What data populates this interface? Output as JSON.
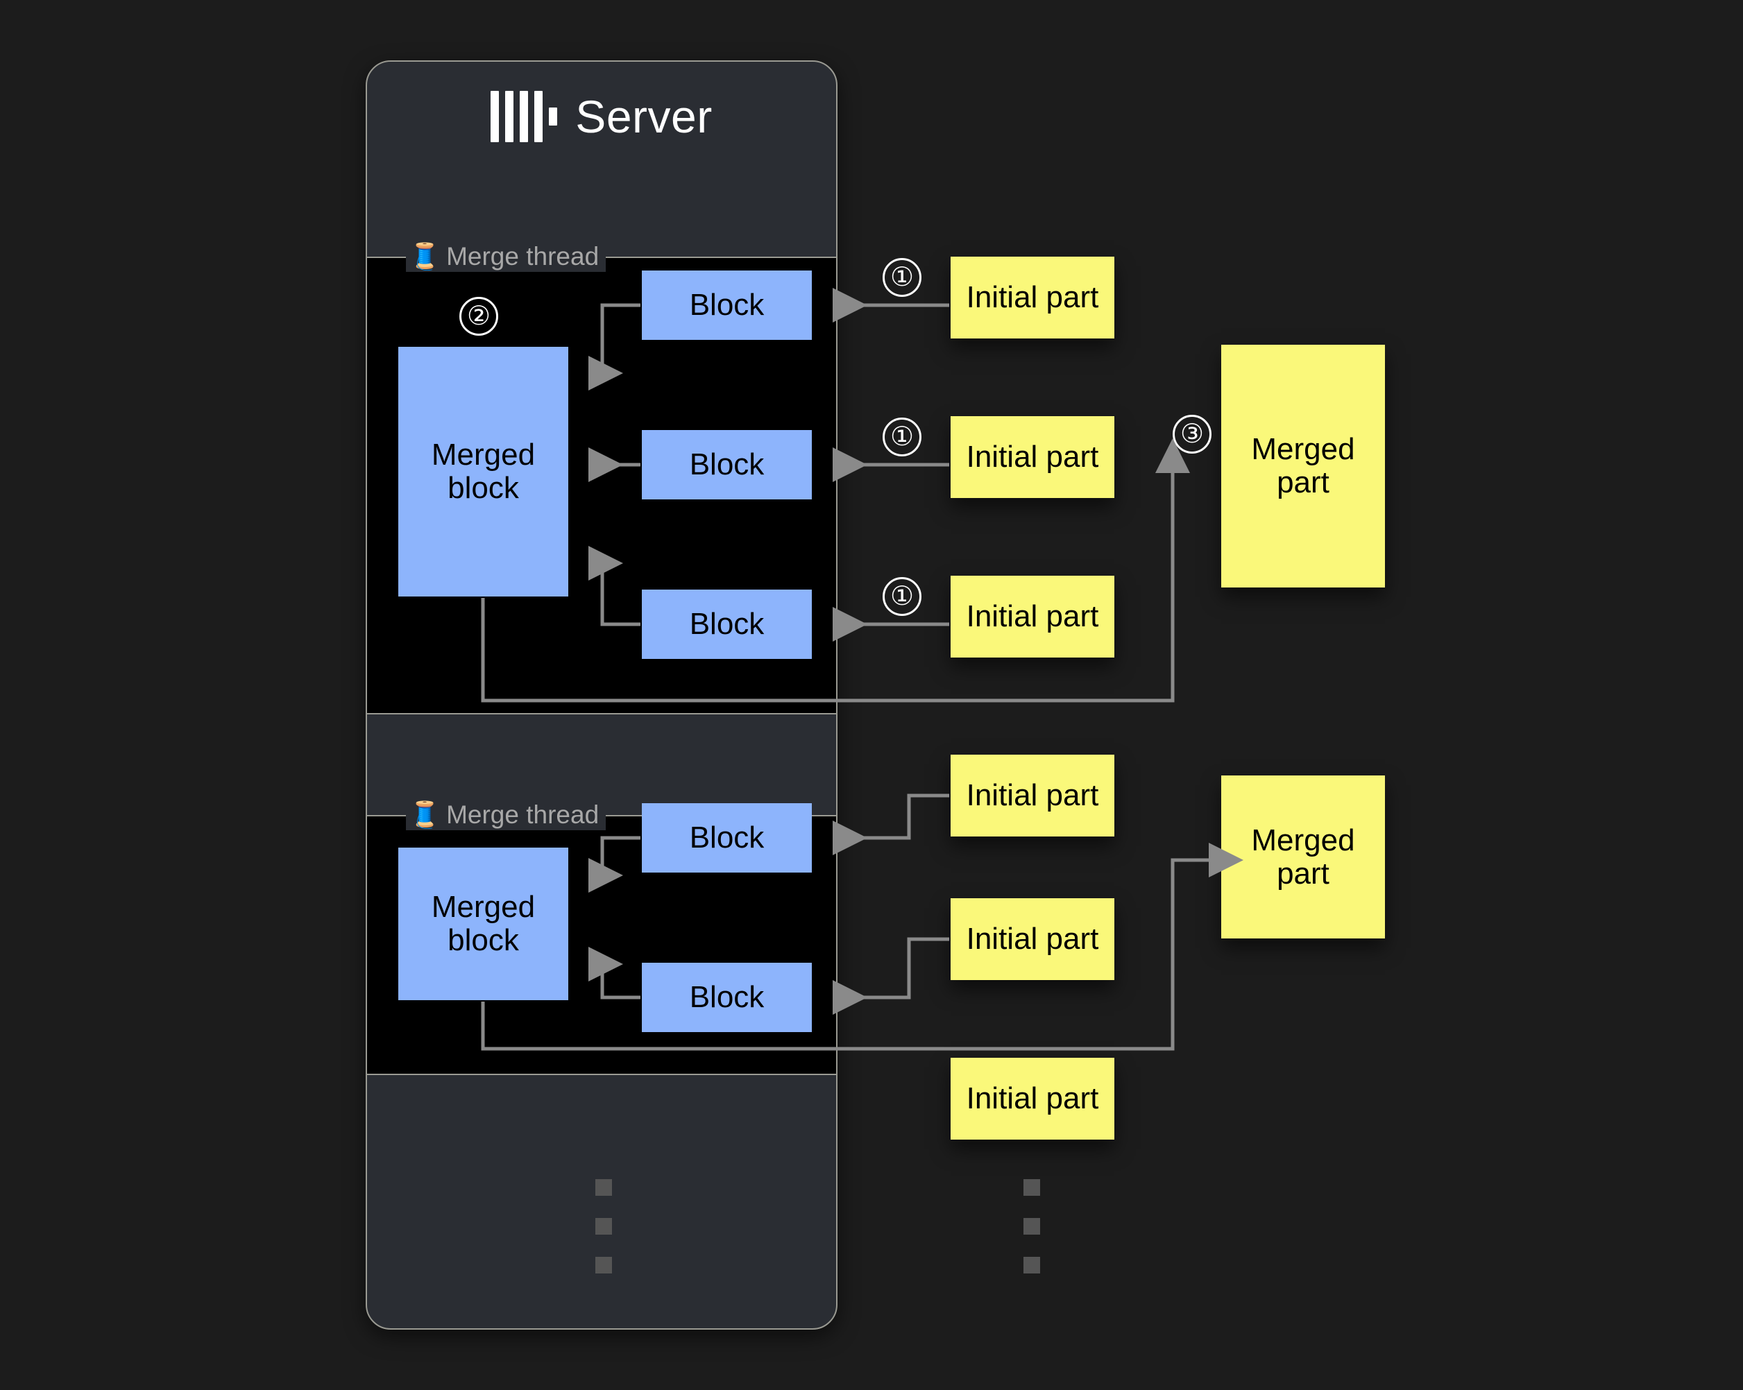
{
  "server": {
    "title": "Server",
    "logo_icon": "clickhouse-logo-icon"
  },
  "threads": [
    {
      "label": "Merge thread",
      "icon": "thread-spool-icon",
      "merged_block_label": "Merged block",
      "blocks": [
        "Block",
        "Block",
        "Block"
      ]
    },
    {
      "label": "Merge thread",
      "icon": "thread-spool-icon",
      "merged_block_label": "Merged block",
      "blocks": [
        "Block",
        "Block"
      ]
    }
  ],
  "initial_parts": {
    "group_one": [
      "Initial part",
      "Initial part",
      "Initial part"
    ],
    "group_two": [
      "Initial part",
      "Initial part",
      "Initial part"
    ]
  },
  "merged_parts": [
    "Merged part",
    "Merged part"
  ],
  "steps": {
    "one_a": "①",
    "one_b": "①",
    "one_c": "①",
    "two": "②",
    "three": "③"
  },
  "ellipsis": {
    "server_column": "vertical-ellipsis",
    "parts_column": "vertical-ellipsis"
  },
  "colors": {
    "background": "#1c1c1c",
    "card": "#2a2d33",
    "card_border": "#9a9a92",
    "panel": "#000000",
    "block": "#8db4fc",
    "part": "#faf87a",
    "wire": "#8a8a8a",
    "label_text": "#a8a8a8"
  }
}
